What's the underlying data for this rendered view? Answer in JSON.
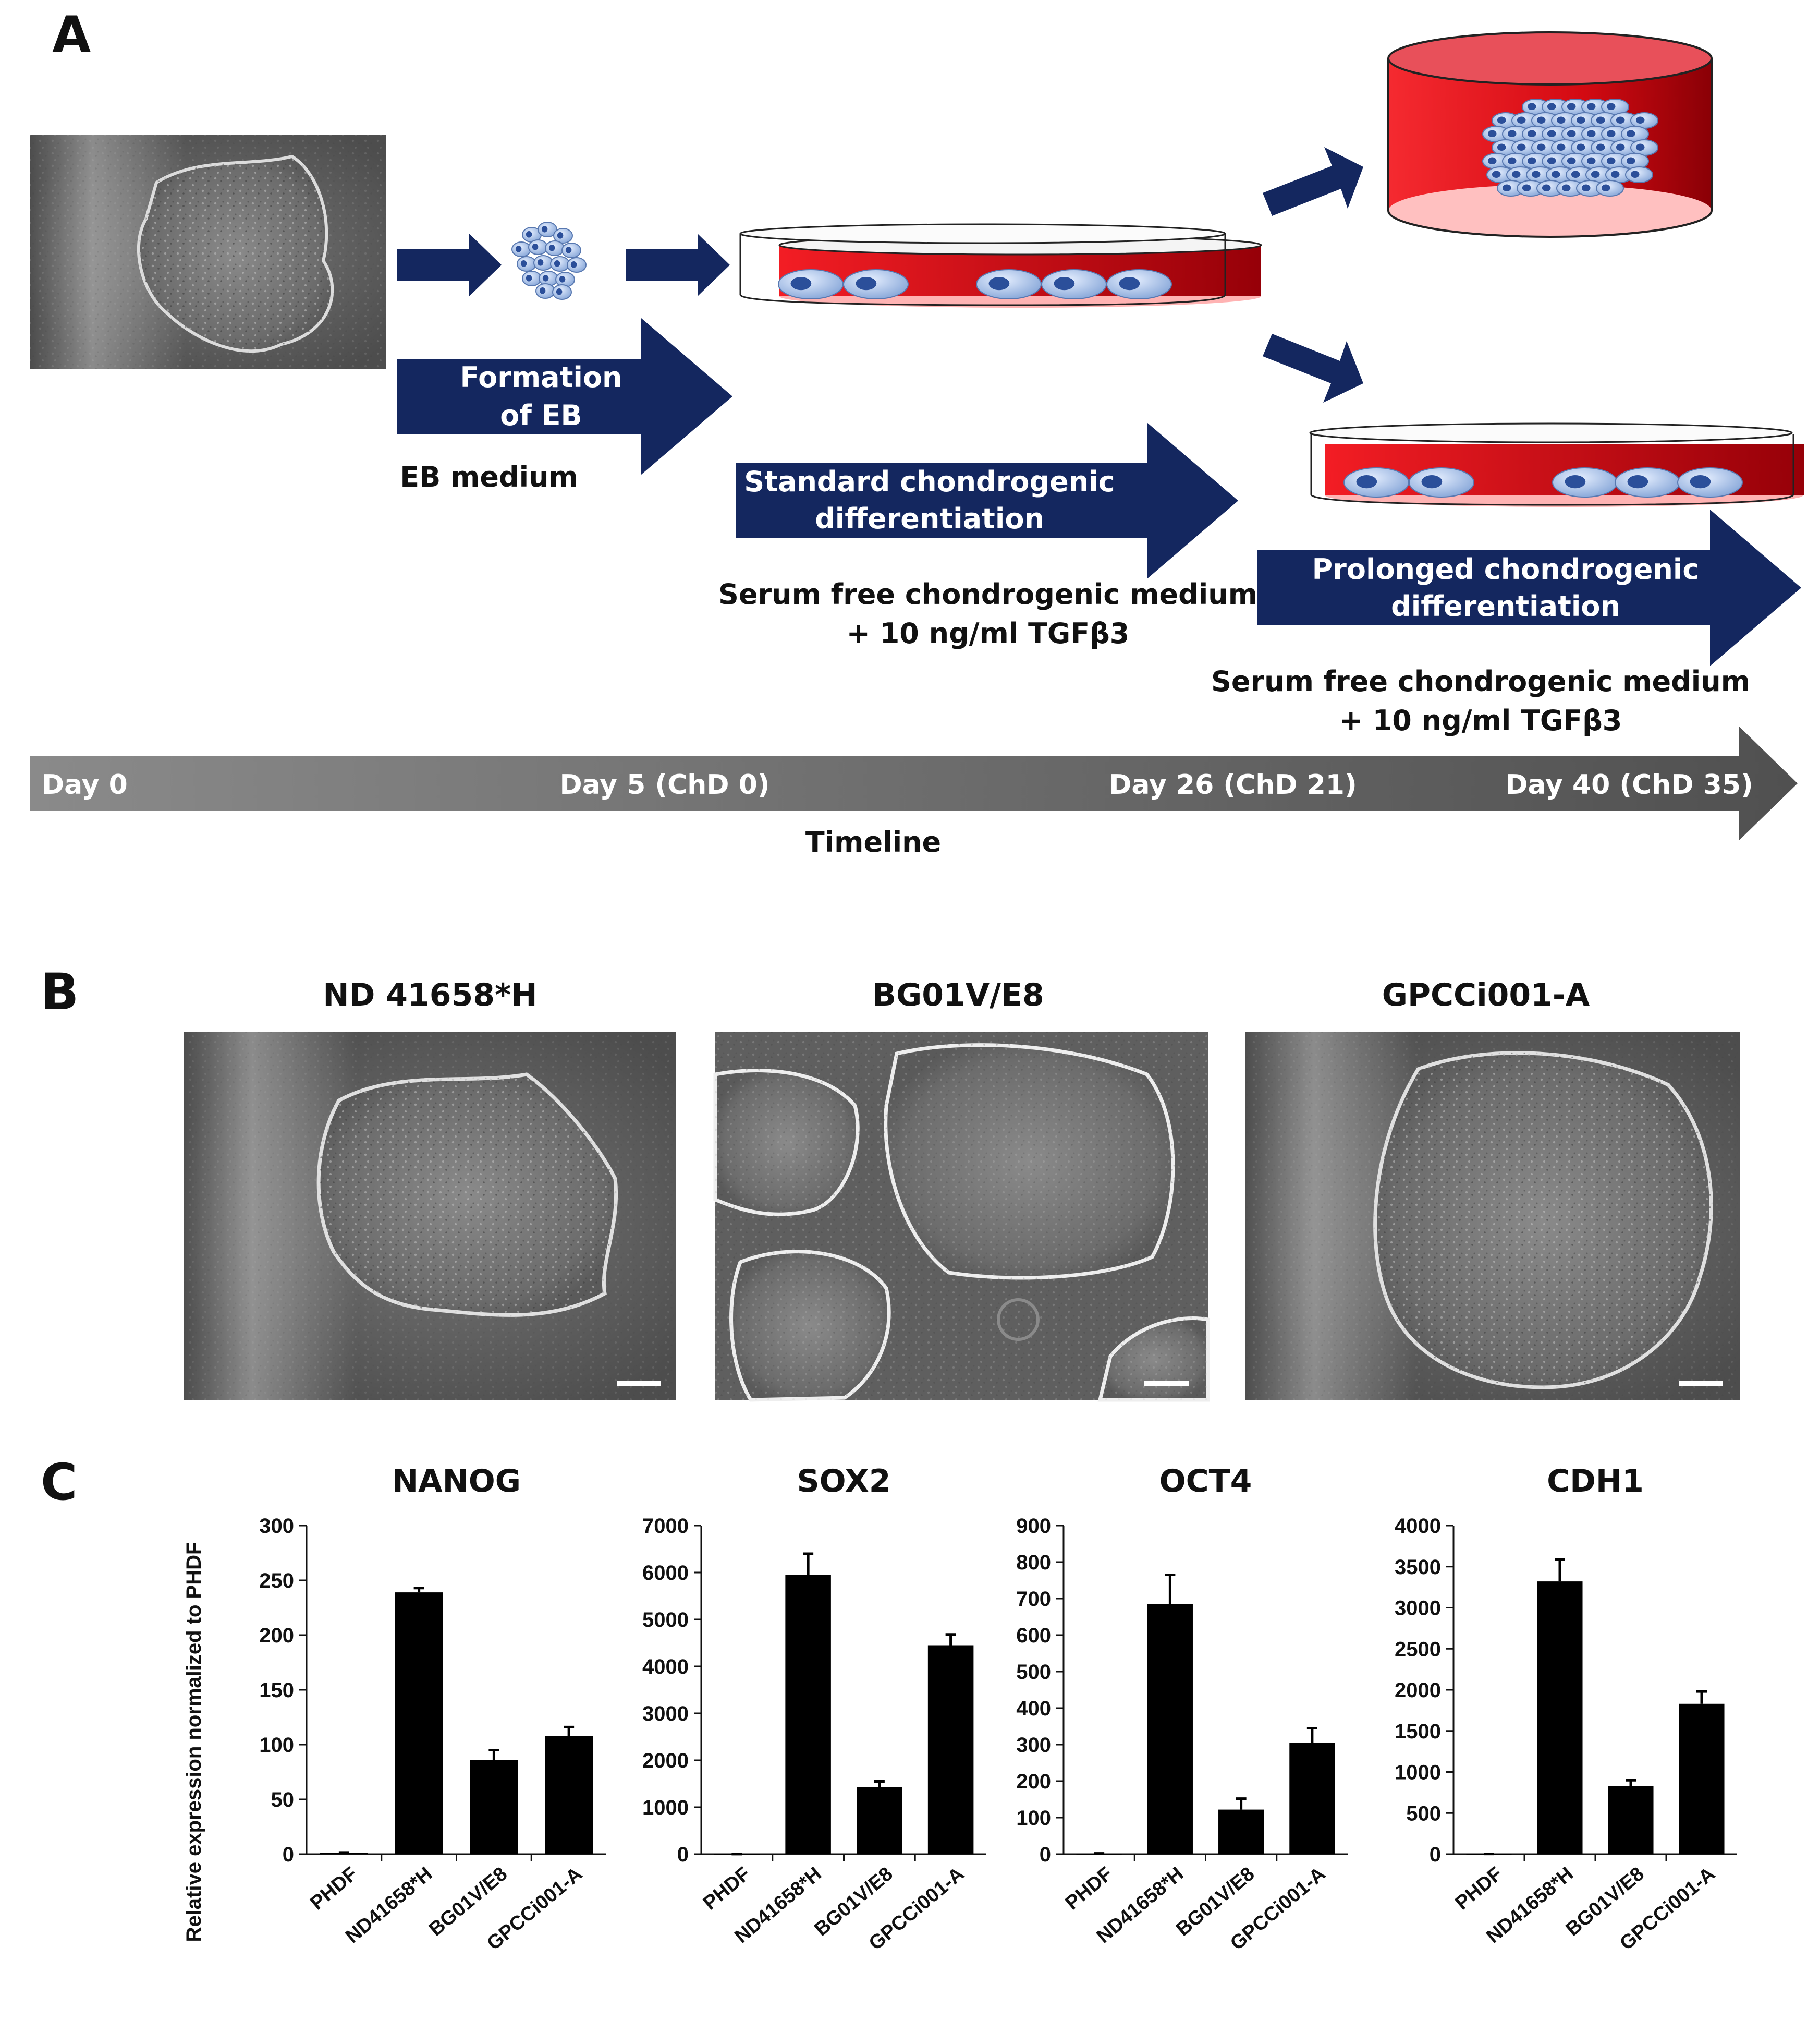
{
  "panels": {
    "a": "A",
    "b": "B",
    "c": "C"
  },
  "panel_a": {
    "arrow_eb": [
      "Formation",
      "of EB"
    ],
    "eb_medium": "EB medium",
    "arrow_standard": [
      "Standard chondrogenic",
      "differentiation"
    ],
    "medium_standard": [
      "Serum free chondrogenic medium",
      "+ 10 ng/ml TGFβ3"
    ],
    "arrow_prolonged": [
      "Prolonged chondrogenic",
      "differentiation"
    ],
    "medium_prolonged": [
      "Serum free chondrogenic medium",
      "+ 10 ng/ml TGFβ3"
    ],
    "timeline": {
      "label": "Timeline",
      "days": [
        "Day 0",
        "Day 5 (ChD 0)",
        "Day 26 (ChD 21)",
        "Day 40 (ChD 35)"
      ]
    },
    "colors": {
      "navy": "#14275f",
      "dish_red": "#e8101a",
      "dish_dark": "#8b0000",
      "cell_blue": "#a9c4ea"
    }
  },
  "panel_b": {
    "titles": [
      "ND 41658*H",
      "BG01V/E8",
      "GPCCi001-A"
    ]
  },
  "chart_data": [
    {
      "type": "bar",
      "title": "NANOG",
      "ylabel": "Relative expression normalized to PHDF",
      "categories": [
        "PHDF",
        "ND41658*H",
        "BG01V/E8",
        "GPCCi001-A"
      ],
      "values": [
        1,
        239,
        86,
        108
      ],
      "errors": [
        0.5,
        4,
        9,
        8
      ],
      "ylim": [
        0,
        300
      ],
      "yticks": [
        0,
        50,
        100,
        150,
        200,
        250,
        300
      ]
    },
    {
      "type": "bar",
      "title": "SOX2",
      "categories": [
        "PHDF",
        "ND41658*H",
        "BG01V/E8",
        "GPCCi001-A"
      ],
      "values": [
        1,
        5950,
        1430,
        4450
      ],
      "errors": [
        1,
        450,
        120,
        230
      ],
      "ylim": [
        0,
        7000
      ],
      "yticks": [
        0,
        1000,
        2000,
        3000,
        4000,
        5000,
        6000,
        7000
      ]
    },
    {
      "type": "bar",
      "title": "OCT4",
      "categories": [
        "PHDF",
        "ND41658*H",
        "BG01V/E8",
        "GPCCi001-A"
      ],
      "values": [
        1,
        685,
        122,
        305
      ],
      "errors": [
        1,
        80,
        30,
        40
      ],
      "ylim": [
        0,
        900
      ],
      "yticks": [
        0,
        100,
        200,
        300,
        400,
        500,
        600,
        700,
        800,
        900
      ]
    },
    {
      "type": "bar",
      "title": "CDH1",
      "categories": [
        "PHDF",
        "ND41658*H",
        "BG01V/E8",
        "GPCCi001-A"
      ],
      "values": [
        1,
        3320,
        830,
        1830
      ],
      "errors": [
        1,
        270,
        70,
        150
      ],
      "ylim": [
        0,
        4000
      ],
      "yticks": [
        0,
        500,
        1000,
        1500,
        2000,
        2500,
        3000,
        3500,
        4000
      ]
    }
  ]
}
